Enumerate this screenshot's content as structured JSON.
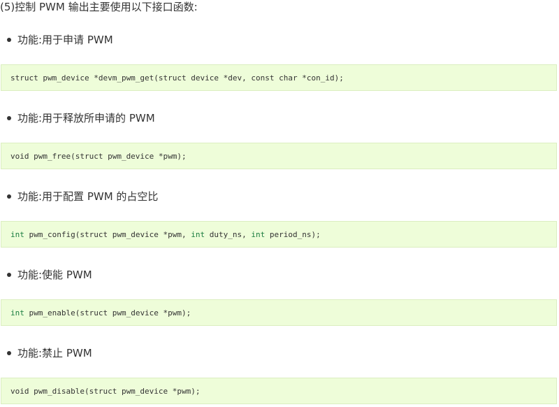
{
  "intro": "(5)控制 PWM 输出主要使用以下接口函数:",
  "items": [
    {
      "bullet": "功能:用于申请 PWM",
      "code": {
        "keyword": "",
        "text": "struct pwm_device *devm_pwm_get(struct device *dev, const char *con_id);"
      }
    },
    {
      "bullet": "功能:用于释放所申请的 PWM",
      "code": {
        "keyword": "",
        "text": "void pwm_free(struct pwm_device *pwm);"
      }
    },
    {
      "bullet": "功能:用于配置 PWM 的占空比",
      "code": {
        "keyword": "int",
        "part1": " pwm_config(struct pwm_device *pwm, ",
        "keyword2": "int",
        "part2": " duty_ns, ",
        "keyword3": "int",
        "part3": " period_ns);"
      }
    },
    {
      "bullet": "功能:使能 PWM",
      "code": {
        "keyword": "int",
        "text": " pwm_enable(struct pwm_device *pwm);"
      }
    },
    {
      "bullet": "功能:禁止 PWM",
      "code": {
        "keyword": "",
        "text": "void pwm_disable(struct pwm_device *pwm);"
      }
    }
  ]
}
